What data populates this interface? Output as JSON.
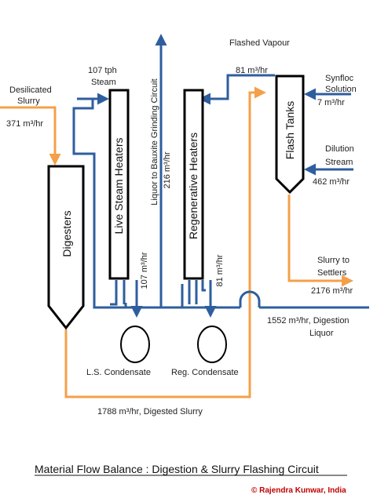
{
  "colors": {
    "blue_line": "#2e5e9e",
    "orange_line": "#f4a04a",
    "vessel_stroke": "#000000",
    "copyright": "#c00000"
  },
  "labels": {
    "desilicated_l1": "Desilicated",
    "desilicated_l2": "Slurry",
    "desilicated_flow": "371 m³/hr",
    "steam_tph": "107 tph",
    "steam_word": "Steam",
    "liquor_circuit": "Liquor to Bauxite Grinding Circuit",
    "liquor_circuit_flow": "216 m³/hr",
    "flashed_vapour": "Flashed Vapour",
    "flashed_flow": "81 m³/hr",
    "synfloc_l1": "Synfloc",
    "synfloc_l2": "Solution",
    "synfloc_flow": "7 m³/hr",
    "dilution_l1": "Dilution",
    "dilution_l2": "Stream",
    "dilution_flow": "462 m³/hr",
    "slurry_settlers_l1": "Slurry to",
    "slurry_settlers_l2": "Settlers",
    "settlers_flow": "2176 m³/hr",
    "digestion_liquor_l1": "1552 m³/hr, Digestion",
    "digestion_liquor_l2": "Liquor",
    "ls_condensate_flow": "107 m³/hr",
    "reg_condensate_flow": "81  m³/hr",
    "ls_condensate": "L.S. Condensate",
    "reg_condensate": "Reg. Condensate",
    "digested_slurry": "1788 m³/hr, Digested Slurry"
  },
  "vessels": {
    "digesters": "Digesters",
    "live_steam_heaters": "Live Steam Heaters",
    "regenerative_heaters": "Regenerative Heaters",
    "flash_tanks": "Flash Tanks"
  },
  "title": "Material Flow Balance  :  Digestion & Slurry Flashing Circuit",
  "copyright": "© Rajendra Kunwar, India"
}
